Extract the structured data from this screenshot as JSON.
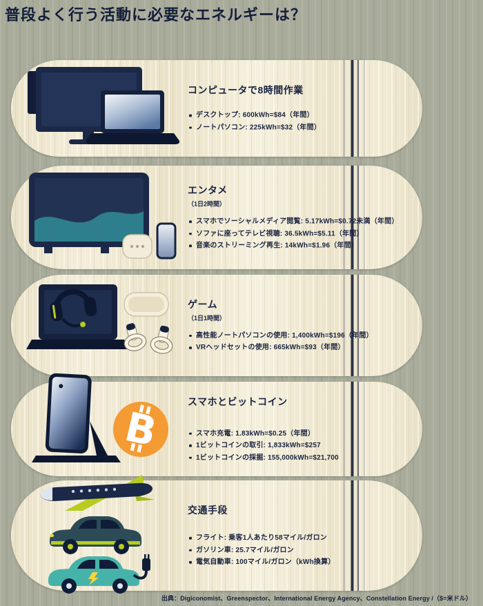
{
  "page": {
    "title": "普段よく行う活動に必要なエネルギーは？",
    "footer": "出典：Digiconomist、Greenspector、International Energy Agency、Constellation Energy /（$=米ドル）"
  },
  "colors": {
    "background": "#a9ac9b",
    "card_cream": "#f0e9d2",
    "ink_navy": "#1a2340",
    "bitcoin_orange": "#f49b33",
    "accent_yellow_green": "#b7cc1f",
    "teal": "#46b3aa"
  },
  "cards": [
    {
      "heading": "コンピュータで8時間作業",
      "subtitle": "",
      "illustration": "desktop-and-laptop-icon",
      "items": [
        "デスクトップ: 600kWh=$84（年間）",
        "ノートパソコン: 225kWh=$32（年間）"
      ]
    },
    {
      "heading": "エンタメ",
      "subtitle": "（1日2時間）",
      "illustration": "tv-speaker-phone-icon",
      "items": [
        "スマホでソーシャルメディア閲覧: 5.17kWh=$0.72未満（年間）",
        "ソファに座ってテレビ視聴: 36.5kWh=$5.11（年間）",
        "音楽のストリーミング再生: 14kWh=$1.96（年間）"
      ]
    },
    {
      "heading": "ゲーム",
      "subtitle": "（1日1時間）",
      "illustration": "gaming-laptop-vr-icon",
      "items": [
        "高性能ノートパソコンの使用: 1,400kWh=$196（年間）",
        "VRヘッドセットの使用: 665kWh=$93（年間）"
      ]
    },
    {
      "heading": "スマホとビットコイン",
      "subtitle": "",
      "illustration": "phone-and-bitcoin-icon",
      "items": [
        "スマホ充電: 1.83kWh=$0.25（年間）",
        "1ビットコインの取引: 1,833kWh=$257",
        "1ビットコインの採掘: 155,000kWh=$21,700"
      ]
    },
    {
      "heading": "交通手段",
      "subtitle": "",
      "illustration": "plane-and-cars-icon",
      "items": [
        "フライト: 乗客1人あたり58マイル/ガロン",
        "ガソリン車: 25.7マイル/ガロン",
        "電気自動車: 100マイル/ガロン（kWh換算）"
      ]
    }
  ]
}
